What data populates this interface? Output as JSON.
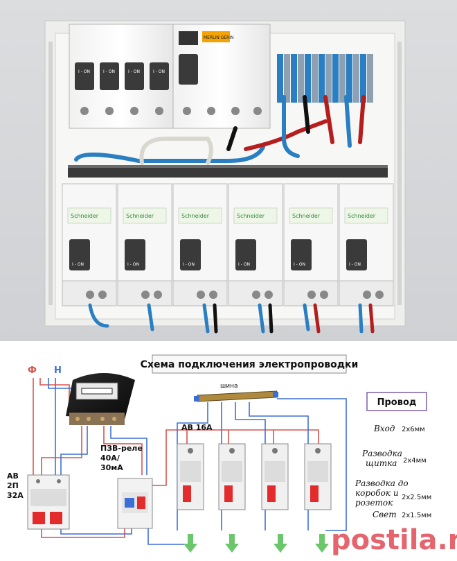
{
  "photo": {
    "breaker_brand": "Schneider",
    "rcd_brand": "MERLIN GERIN",
    "breaker_marking": "I - ON"
  },
  "diagram": {
    "title": "Схема подключения электропроводки",
    "phase_label": "Ф",
    "neutral_label": "Н",
    "bus_label": "шина",
    "main_breaker_label": [
      "АВ",
      "2П",
      "32А"
    ],
    "rcd_label": [
      "ПЗВ-реле",
      "40А/",
      "30мА"
    ],
    "group_breaker_label": "АВ 16А",
    "legend_title": "Провод",
    "legend_rows": [
      {
        "name": [
          "Вход"
        ],
        "size": "2х6мм"
      },
      {
        "name": [
          "Разводка",
          "щитка"
        ],
        "size": "2х4мм"
      },
      {
        "name": [
          "Разводка до",
          "коробок и",
          "розеток"
        ],
        "size": "2х2.5мм"
      },
      {
        "name": [
          "Свет"
        ],
        "size": "2х1.5мм"
      }
    ],
    "watermark": "postila.ru",
    "colors": {
      "phase": "#d9534f",
      "neutral": "#3b6fd6",
      "breaker_handle": "#e32b2b",
      "arrow": "#6cc66c",
      "watermark": "#e2555e",
      "legend_border": "#7b5ea7"
    }
  }
}
